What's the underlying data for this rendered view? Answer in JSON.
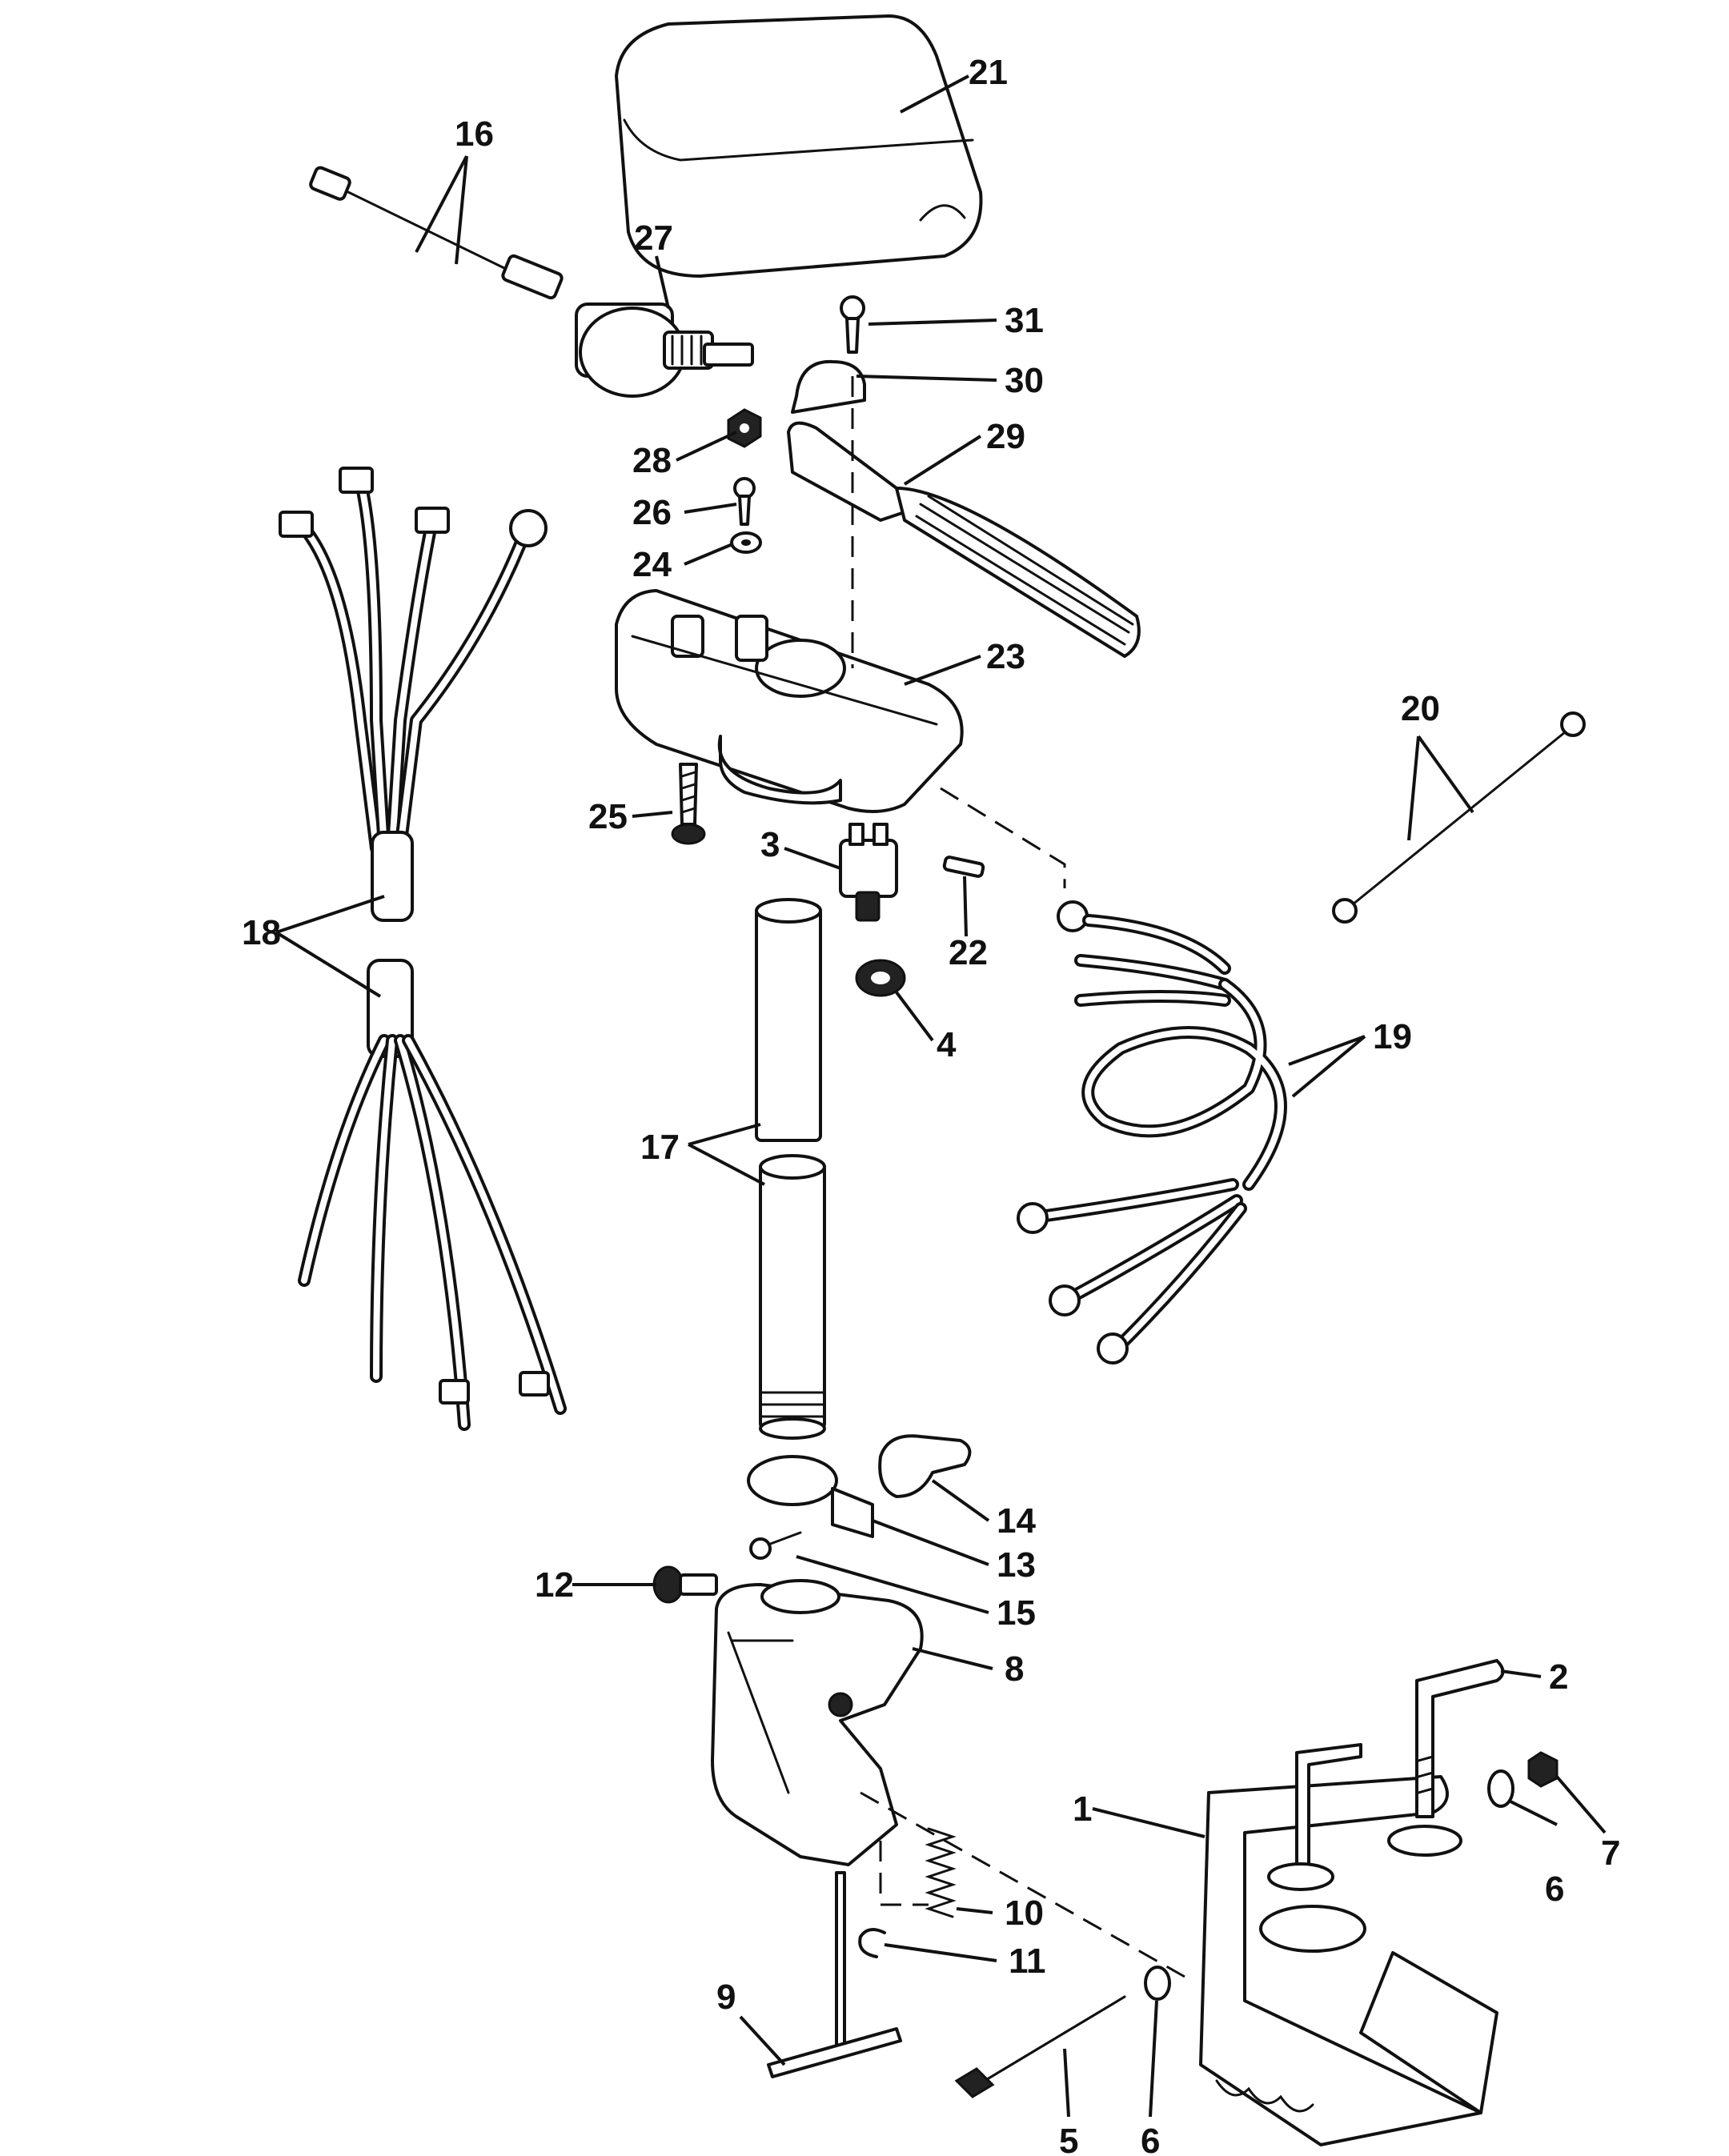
{
  "callouts": {
    "c1": "1",
    "c2": "2",
    "c3": "3",
    "c4": "4",
    "c5": "5",
    "c6a": "6",
    "c6b": "6",
    "c7": "7",
    "c8": "8",
    "c9": "9",
    "c10": "10",
    "c11": "11",
    "c12": "12",
    "c13": "13",
    "c14": "14",
    "c15": "15",
    "c16": "16",
    "c17": "17",
    "c18": "18",
    "c19": "19",
    "c20": "20",
    "c21": "21",
    "c22": "22",
    "c23": "23",
    "c24": "24",
    "c25": "25",
    "c26": "26",
    "c27": "27",
    "c28": "28",
    "c29": "29",
    "c30": "30",
    "c31": "31"
  }
}
